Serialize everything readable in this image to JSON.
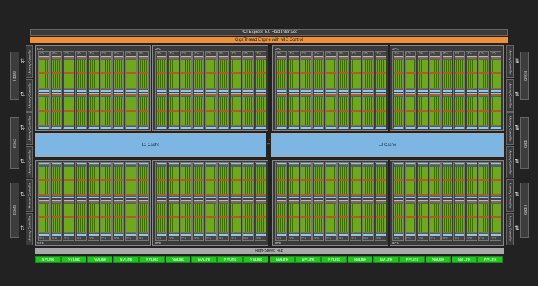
{
  "pcie": "PCI Express 5.0 Host Interface",
  "giga": "GigaThread Engine with MIG Control",
  "hbm_label": "HBM3",
  "mc_label": "Memory Controller",
  "gpc_label": "GPC",
  "tpc_label": "TPC",
  "sm_label": "SM",
  "l2_label": "L2 Cache",
  "hub": "High-Speed Hub",
  "nvlink_label": "NVLink",
  "nvlink_count": 18,
  "gpc_count": 8,
  "tpc_per_gpc": 9,
  "colors": {
    "background": "#222222",
    "giga": "#f0913a",
    "l2": "#7db6e3",
    "nvlink": "#22c41f",
    "core": "#6ea81c"
  }
}
